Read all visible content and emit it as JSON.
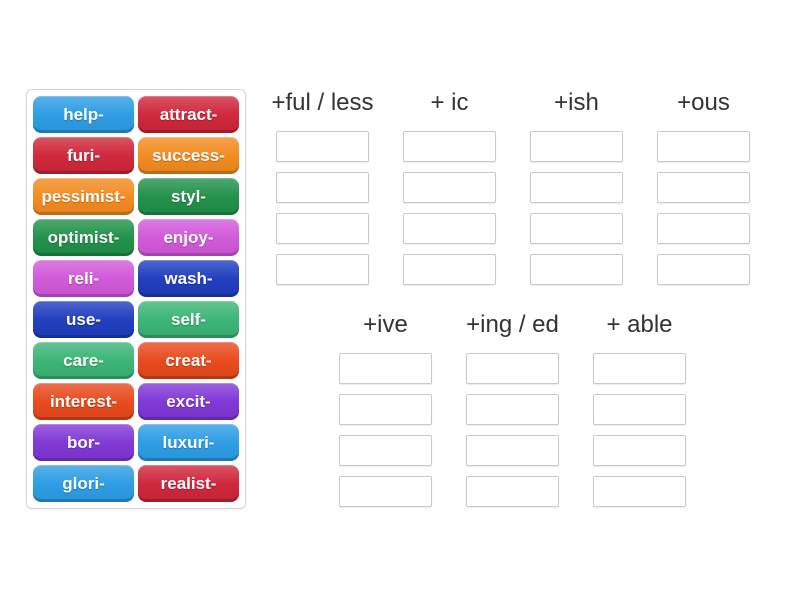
{
  "page": {
    "background_color": "#ffffff",
    "kind": "group-sort word game"
  },
  "word_bank": {
    "tiles": [
      {
        "label": "help-",
        "color": "#2b9ce4"
      },
      {
        "label": "attract-",
        "color": "#cf2539"
      },
      {
        "label": "furi-",
        "color": "#cf2539"
      },
      {
        "label": "success-",
        "color": "#f28a1e"
      },
      {
        "label": "pessimist-",
        "color": "#f28a1e"
      },
      {
        "label": "styl-",
        "color": "#1f9048"
      },
      {
        "label": "optimist-",
        "color": "#1f9048"
      },
      {
        "label": "enjoy-",
        "color": "#d157d9"
      },
      {
        "label": "reli-",
        "color": "#d157d9"
      },
      {
        "label": "wash-",
        "color": "#1e3cbe"
      },
      {
        "label": "use-",
        "color": "#1e3cbe"
      },
      {
        "label": "self-",
        "color": "#3ab475"
      },
      {
        "label": "care-",
        "color": "#3ab475"
      },
      {
        "label": "creat-",
        "color": "#e8481b"
      },
      {
        "label": "interest-",
        "color": "#e8481b"
      },
      {
        "label": "excit-",
        "color": "#7f36d6"
      },
      {
        "label": "bor-",
        "color": "#7f36d6"
      },
      {
        "label": "luxuri-",
        "color": "#2b9ce4"
      },
      {
        "label": "glori-",
        "color": "#2b9ce4"
      },
      {
        "label": "realist-",
        "color": "#cf2539"
      }
    ]
  },
  "categories": {
    "row1": [
      {
        "label": "+ful / less",
        "slot_count": 4
      },
      {
        "label": "+ ic",
        "slot_count": 4
      },
      {
        "label": "+ish",
        "slot_count": 4
      },
      {
        "label": "+ous",
        "slot_count": 4
      }
    ],
    "row2": [
      {
        "label": "+ive",
        "slot_count": 4
      },
      {
        "label": "+ing / ed",
        "slot_count": 4
      },
      {
        "label": "+ able",
        "slot_count": 4
      }
    ]
  },
  "colors": {
    "slot_border": "#c9c9c9",
    "header_text": "#333333",
    "panel_border": "#d4d4d4"
  }
}
